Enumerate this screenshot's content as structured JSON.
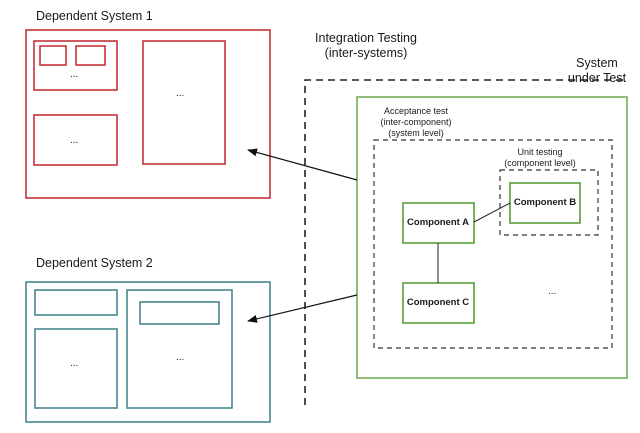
{
  "dependent_system_1": {
    "title": "Dependent System 1"
  },
  "dependent_system_2": {
    "title": "Dependent System 2"
  },
  "integration_testing": {
    "line1": "Integration Testing",
    "line2": "(inter-systems)"
  },
  "system_under_test": {
    "line1": "System",
    "line2": "under Test"
  },
  "acceptance_test": {
    "line1": "Acceptance test",
    "line2": "(inter-component)",
    "line3": "(system level)"
  },
  "unit_testing": {
    "line1": "Unit testing",
    "line2": "(component level)"
  },
  "components": {
    "a": "Component A",
    "b": "Component B",
    "c": "Component C"
  },
  "ellipsis": "...",
  "colors": {
    "red": "#c1272d",
    "teal": "#3c7f89",
    "green": "#6aa84f",
    "dash": "#222222"
  }
}
